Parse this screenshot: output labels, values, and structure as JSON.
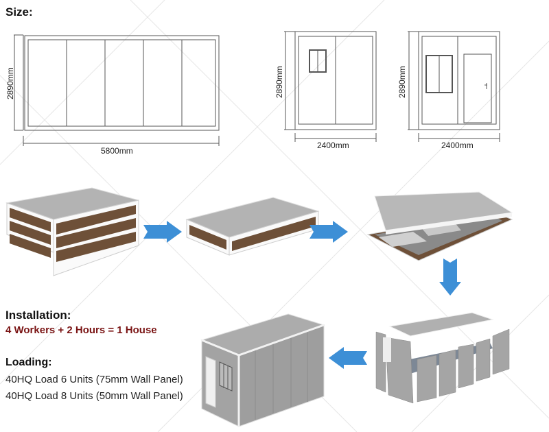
{
  "size_section": {
    "title": "Size:",
    "side_view": {
      "height_label": "2890mm",
      "width_label": "5800mm",
      "panels": 5
    },
    "end_view_window": {
      "height_label": "2890mm",
      "width_label": "2400mm"
    },
    "end_view_door": {
      "height_label": "2890mm",
      "width_label": "2400mm"
    }
  },
  "assembly_steps": [
    {
      "step": 1,
      "name": "stacked-folded-units",
      "arrow": "right"
    },
    {
      "step": 2,
      "name": "single-folded-unit",
      "arrow": "right"
    },
    {
      "step": 3,
      "name": "roof-lifting",
      "arrow": "down"
    },
    {
      "step": 4,
      "name": "wall-panels-installing",
      "arrow": "left"
    },
    {
      "step": 5,
      "name": "finished-house"
    }
  ],
  "installation": {
    "title": "Installation:",
    "equation": "4 Workers + 2 Hours = 1 House"
  },
  "loading": {
    "title": "Loading:",
    "lines": [
      "40HQ Load 6 Units (75mm Wall Panel)",
      "40HQ Load 8 Units (50mm Wall Panel)"
    ]
  },
  "colors": {
    "arrow": "#3d8fd6",
    "equation_text": "#7a1414",
    "panel_brown": "#6e5038",
    "roof_gray": "#a9a9a9"
  }
}
